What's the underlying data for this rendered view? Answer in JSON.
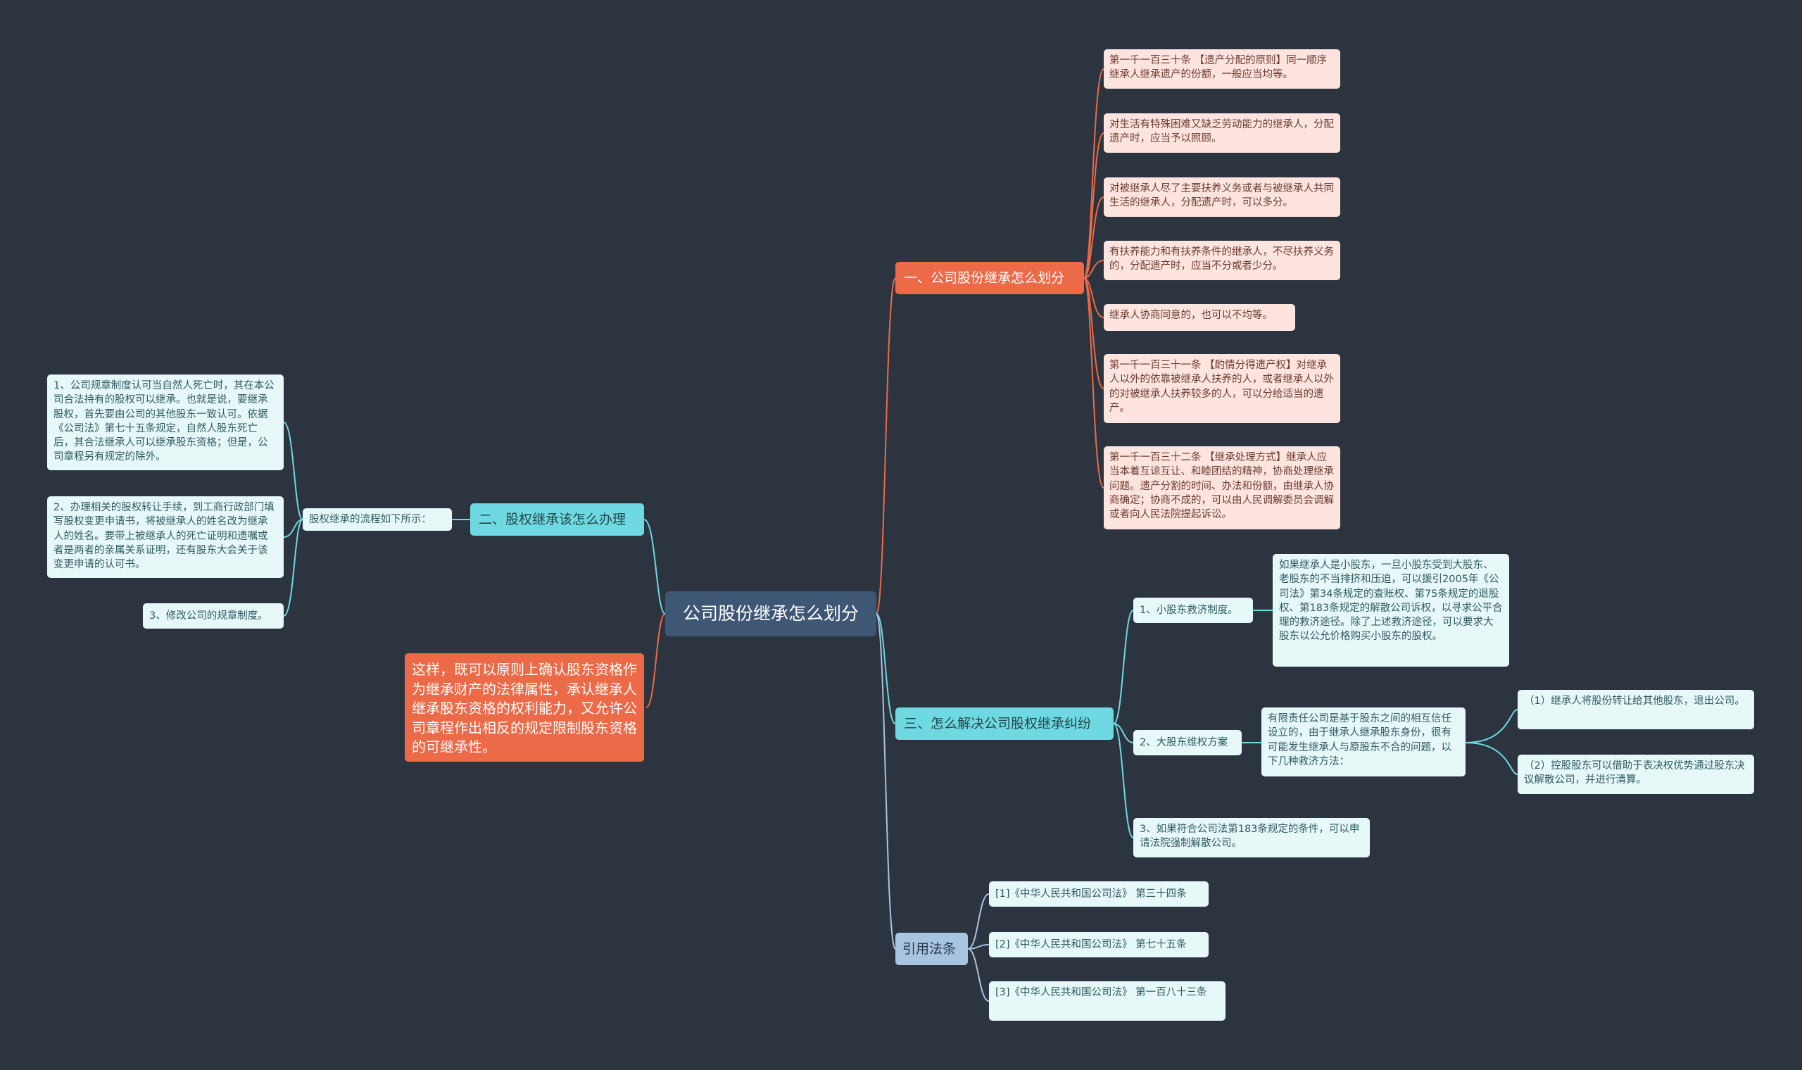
{
  "root": {
    "label": "公司股份继承怎么划分"
  },
  "branch1": {
    "label": "一、公司股份继承怎么划分",
    "items": [
      "第一千一百三十条 【遗产分配的原则】同一顺序继承人继承遗产的份额，一般应当均等。",
      "对生活有特殊困难又缺乏劳动能力的继承人，分配遗产时，应当予以照顾。",
      "对被继承人尽了主要扶养义务或者与被继承人共同生活的继承人，分配遗产时，可以多分。",
      "有扶养能力和有扶养条件的继承人，不尽扶养义务的，分配遗产时，应当不分或者少分。",
      "继承人协商同意的，也可以不均等。",
      "第一千一百三十一条 【酌情分得遗产权】对继承人以外的依靠被继承人扶养的人，或者继承人以外的对被继承人扶养较多的人，可以分给适当的遗产。",
      "第一千一百三十二条 【继承处理方式】继承人应当本着互谅互让、和睦团结的精神，协商处理继承问题。遗产分割的时间、办法和份额，由继承人协商确定；协商不成的，可以由人民调解委员会调解或者向人民法院提起诉讼。"
    ]
  },
  "branch2": {
    "label": "二、股权继承该怎么办理",
    "sub_label": "股权继承的流程如下所示：",
    "items": [
      "1、公司规章制度认可当自然人死亡时，其在本公司合法持有的股权可以继承。也就是说，要继承股权，首先要由公司的其他股东一致认可。依据《公司法》第七十五条规定，自然人股东死亡后，其合法继承人可以继承股东资格；但是，公司章程另有规定的除外。",
      "2、办理相关的股权转让手续，到工商行政部门填写股权变更申请书，将被继承人的姓名改为继承人的姓名。要带上被继承人的死亡证明和遗嘱或者是两者的亲属关系证明，还有股东大会关于该变更申请的认可书。",
      "3、修改公司的规章制度。"
    ]
  },
  "note": {
    "text": "这样，既可以原则上确认股东资格作为继承财产的法律属性，承认继承人继承股东资格的权利能力，又允许公司章程作出相反的规定限制股东资格的可继承性。"
  },
  "branch3": {
    "label": "三、怎么解决公司股权继承纠纷",
    "sub1": {
      "label": "1、小股东救济制度。",
      "detail": "如果继承人是小股东，一旦小股东受到大股东、老股东的不当排挤和压迫，可以援引2005年《公司法》第34条规定的查账权、第75条规定的退股权、第183条规定的解散公司诉权，以寻求公平合理的救济途径。除了上述救济途径，可以要求大股东以公允价格购买小股东的股权。"
    },
    "sub2": {
      "label": "2、大股东维权方案",
      "detail": "有限责任公司是基于股东之间的相互信任设立的，由于继承人继承股东身份，很有可能发生继承人与原股东不合的问题，以下几种救济方法：",
      "options": [
        "（1）继承人将股份转让给其他股东，退出公司。",
        "（2）控股股东可以借助于表决权优势通过股东决议解散公司，并进行清算。"
      ]
    },
    "sub3": {
      "label": "3、如果符合公司法第183条规定的条件，可以申请法院强制解散公司。"
    }
  },
  "branch4": {
    "label": "引用法条",
    "items": [
      "[1]《中华人民共和国公司法》 第三十四条",
      "[2]《中华人民共和国公司法》 第七十五条",
      "[3]《中华人民共和国公司法》 第一百八十三条"
    ]
  },
  "colors": {
    "background": "#2c3440",
    "root": "#3e5775",
    "red_branch": "#ec6a47",
    "cyan_branch": "#6ed9e0",
    "blue_branch": "#a7c4e0",
    "pink_leaf": "#fde4de",
    "cyan_leaf": "#e7f8f9"
  }
}
